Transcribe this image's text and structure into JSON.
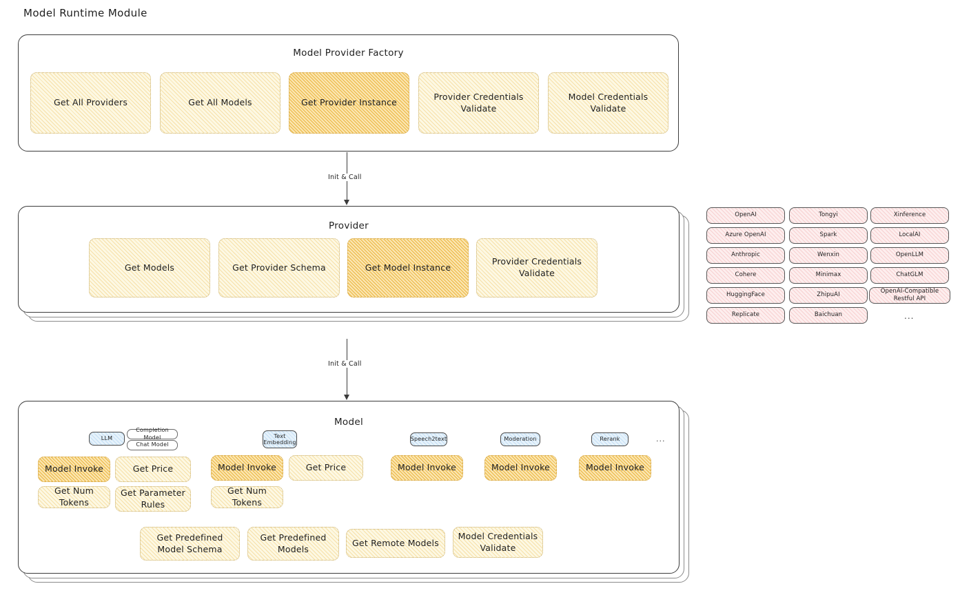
{
  "diagram": {
    "title": "Model Runtime Module",
    "type": "architecture-diagram"
  },
  "factory": {
    "title": "Model Provider Factory",
    "boxes": [
      {
        "label": "Get All Providers",
        "style": "cream"
      },
      {
        "label": "Get All Models",
        "style": "cream"
      },
      {
        "label": "Get Provider Instance",
        "style": "amber"
      },
      {
        "label": "Provider Credentials Validate",
        "style": "cream"
      },
      {
        "label": "Model Credentials Validate",
        "style": "cream"
      }
    ]
  },
  "arrow_top": {
    "label": "Init & Call"
  },
  "arrow_bottom": {
    "label": "Init & Call"
  },
  "provider": {
    "title": "Provider",
    "boxes": [
      {
        "label": "Get Models",
        "style": "cream"
      },
      {
        "label": "Get Provider Schema",
        "style": "cream"
      },
      {
        "label": "Get Model Instance",
        "style": "amber"
      },
      {
        "label": "Provider Credentials Validate",
        "style": "cream"
      }
    ]
  },
  "provider_list": {
    "columns": [
      [
        "OpenAI",
        "Azure OpenAI",
        "Anthropic",
        "Cohere",
        "HuggingFace",
        "Replicate"
      ],
      [
        "Tongyi",
        "Spark",
        "Wenxin",
        "Minimax",
        "ZhipuAI",
        "Baichuan"
      ],
      [
        "Xinference",
        "LocalAI",
        "OpenLLM",
        "ChatGLM",
        "OpenAI-Compatible Restful API"
      ]
    ],
    "more": "..."
  },
  "model": {
    "title": "Model",
    "more": "...",
    "types": [
      {
        "tag": "LLM",
        "subtags": [
          "Completion Model",
          "Chat Model"
        ]
      },
      {
        "tag": "Text Embedding",
        "subtags": []
      },
      {
        "tag": "Speech2text",
        "subtags": []
      },
      {
        "tag": "Moderation",
        "subtags": []
      },
      {
        "tag": "Rerank",
        "subtags": []
      }
    ],
    "llm_ops": [
      {
        "label": "Model Invoke",
        "style": "amber"
      },
      {
        "label": "Get Price",
        "style": "cream"
      },
      {
        "label": "Get Num Tokens",
        "style": "cream"
      },
      {
        "label": "Get Parameter Rules",
        "style": "cream"
      }
    ],
    "embedding_ops": [
      {
        "label": "Model Invoke",
        "style": "amber"
      },
      {
        "label": "Get Price",
        "style": "cream"
      },
      {
        "label": "Get Num Tokens",
        "style": "cream"
      }
    ],
    "speech_ops": [
      {
        "label": "Model Invoke",
        "style": "amber"
      }
    ],
    "moderation_ops": [
      {
        "label": "Model Invoke",
        "style": "amber"
      }
    ],
    "rerank_ops": [
      {
        "label": "Model Invoke",
        "style": "amber"
      }
    ],
    "common_ops": [
      {
        "label": "Get Predefined Model Schema",
        "style": "cream"
      },
      {
        "label": "Get Predefined Models",
        "style": "cream"
      },
      {
        "label": "Get Remote Models",
        "style": "cream"
      },
      {
        "label": "Model Credentials Validate",
        "style": "cream"
      }
    ]
  },
  "colors": {
    "accent_amber": "#fbe7b4",
    "light_cream": "#fdf8e3",
    "provider_pink": "#fdeeee",
    "model_tag_blue": "#e6f2fb",
    "stroke": "#3b3b3b"
  }
}
